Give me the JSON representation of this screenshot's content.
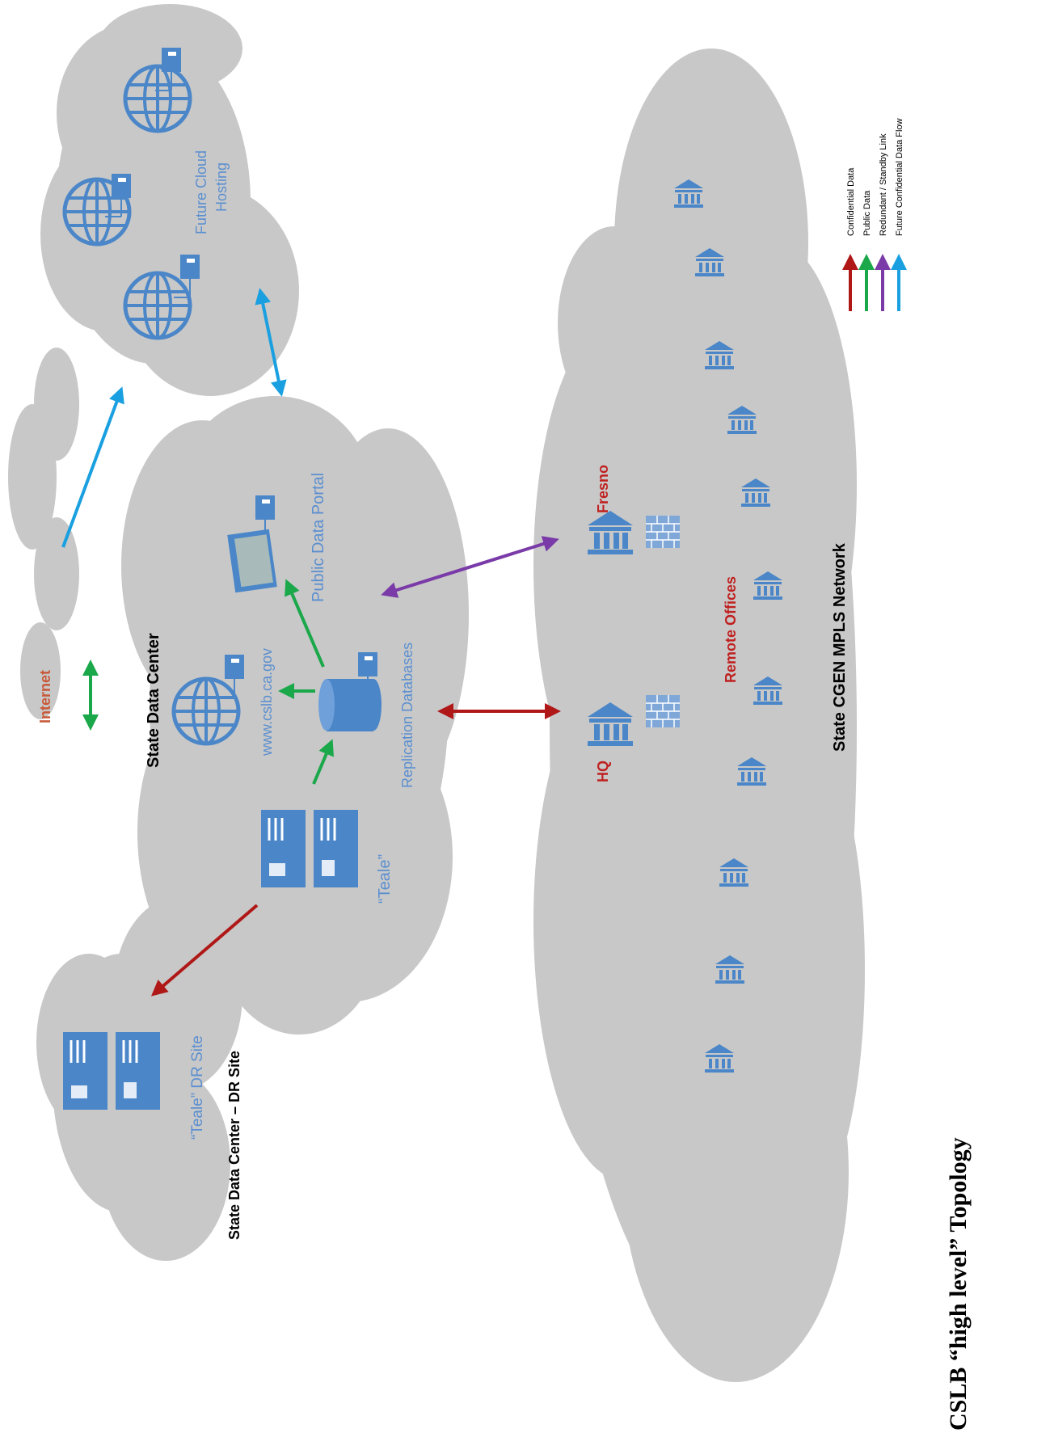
{
  "title": "CSLB “high level” Topology",
  "colors": {
    "cloud": "#c8c8c8",
    "icon": "#4a86c8",
    "label_blue": "#5b8fd0",
    "label_red": "#c02020",
    "label_internet": "#c85a3a",
    "label_black": "#000000",
    "confidential": "#b01818",
    "public": "#1aa84a",
    "redundant": "#7a3aa8",
    "future": "#1aa0e0"
  },
  "clouds": {
    "internet": {
      "label": "Internet"
    },
    "state_data_center": {
      "label": "State Data Center",
      "teale": "“Teale”",
      "website": "www.cslb.ca.gov",
      "public_portal": "Public Data Portal",
      "replication": "Replication Databases"
    },
    "dr_site": {
      "label": "State Data Center – DR Site",
      "teale_dr": "“Teale” DR Site"
    },
    "future_cloud": {
      "label": "Future Cloud Hosting"
    },
    "mpls": {
      "label": "State CGEN MPLS Network",
      "hq": "HQ",
      "fresno": "Fresno",
      "remote": "Remote Offices"
    }
  },
  "legend": [
    {
      "label": "Confidential Data",
      "color_key": "confidential"
    },
    {
      "label": "Public Data",
      "color_key": "public"
    },
    {
      "label": "Redundant / Standby Link",
      "color_key": "redundant"
    },
    {
      "label": "Future Confidential Data Flow",
      "color_key": "future"
    }
  ]
}
